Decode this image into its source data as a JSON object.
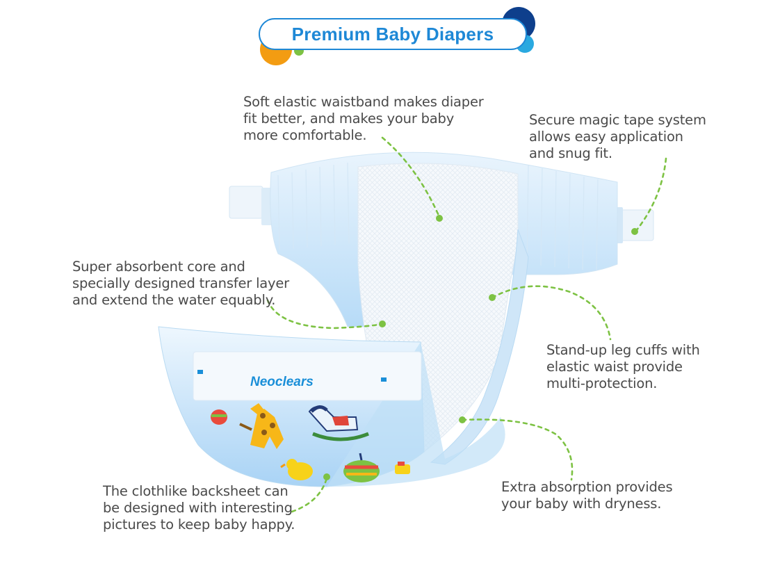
{
  "title": "Premium Baby Diapers",
  "brand_logo_text": "Neoclears",
  "colors": {
    "title_blue": "#1e88d6",
    "leader_green": "#7dc243",
    "dot_orange": "#f39c12",
    "dot_navy": "#0e3f8c",
    "dot_sky": "#2aa9e0",
    "text_gray": "#4a4a4a"
  },
  "callouts": {
    "waistband": [
      "Soft elastic waistband makes diaper",
      "fit better, and makes your baby",
      "more comfortable."
    ],
    "tape": [
      "Secure magic tape system",
      "allows easy application",
      "and snug fit."
    ],
    "core": [
      "Super absorbent core and",
      "specially designed transfer layer",
      "and extend the water equably."
    ],
    "cuffs": [
      "Stand-up leg cuffs with",
      "elastic waist provide",
      "multi-protection."
    ],
    "backsheet": [
      "The clothlike backsheet can",
      "be designed with interesting",
      "pictures to keep baby happy."
    ],
    "extra": [
      "Extra absorption provides",
      "your baby with dryness."
    ]
  }
}
